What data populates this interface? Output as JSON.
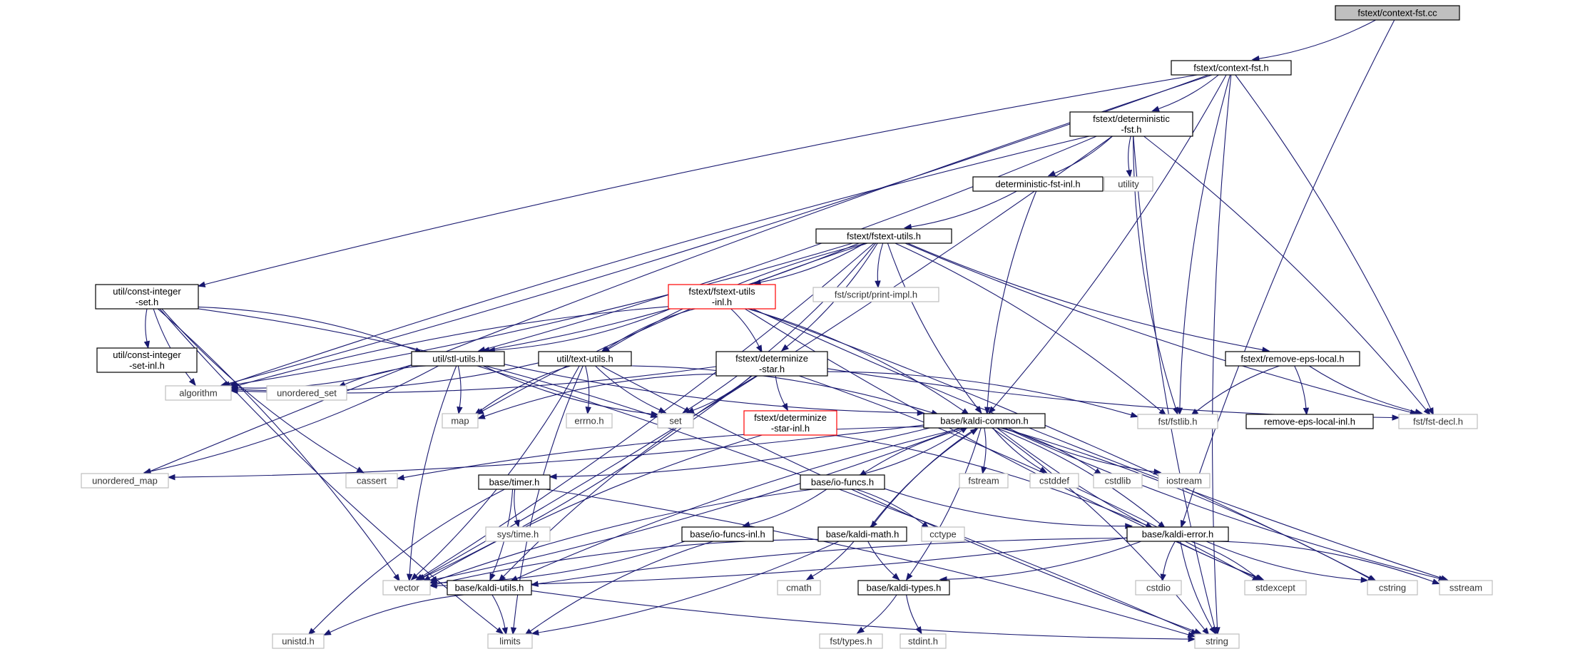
{
  "graph": {
    "title": "fstext/context-fst.cc include dependency graph",
    "colors": {
      "edge": "#191970",
      "root_fill": "#bfbfbf",
      "root_border": "#000000",
      "normal_border": "#000000",
      "truncated_border": "#ff0000",
      "external_border": "#bfbfbf",
      "fill": "#ffffff"
    },
    "nodes": [
      {
        "id": "n0",
        "lines": [
          "fstext/context-fst.cc"
        ],
        "kind": "root"
      },
      {
        "id": "n1",
        "lines": [
          "fstext/context-fst.h"
        ],
        "kind": "normal"
      },
      {
        "id": "n2",
        "lines": [
          "fstext/deterministic",
          "-fst.h"
        ],
        "kind": "normal"
      },
      {
        "id": "n3",
        "lines": [
          "deterministic-fst-inl.h"
        ],
        "kind": "normal"
      },
      {
        "id": "n4",
        "lines": [
          "utility"
        ],
        "kind": "external"
      },
      {
        "id": "n5",
        "lines": [
          "fstext/fstext-utils.h"
        ],
        "kind": "normal"
      },
      {
        "id": "n6",
        "lines": [
          "util/const-integer",
          "-set.h"
        ],
        "kind": "normal"
      },
      {
        "id": "n7",
        "lines": [
          "fstext/fstext-utils",
          "-inl.h"
        ],
        "kind": "truncated"
      },
      {
        "id": "n8",
        "lines": [
          "fst/script/print-impl.h"
        ],
        "kind": "external"
      },
      {
        "id": "n9",
        "lines": [
          "util/const-integer",
          "-set-inl.h"
        ],
        "kind": "normal"
      },
      {
        "id": "n10",
        "lines": [
          "util/stl-utils.h"
        ],
        "kind": "normal"
      },
      {
        "id": "n11",
        "lines": [
          "util/text-utils.h"
        ],
        "kind": "normal"
      },
      {
        "id": "n12",
        "lines": [
          "fstext/determinize",
          "-star.h"
        ],
        "kind": "normal"
      },
      {
        "id": "n13",
        "lines": [
          "fstext/remove-eps-local.h"
        ],
        "kind": "normal"
      },
      {
        "id": "n14",
        "lines": [
          "algorithm"
        ],
        "kind": "external"
      },
      {
        "id": "n15",
        "lines": [
          "unordered_set"
        ],
        "kind": "external"
      },
      {
        "id": "n16",
        "lines": [
          "map"
        ],
        "kind": "external"
      },
      {
        "id": "n17",
        "lines": [
          "errno.h"
        ],
        "kind": "external"
      },
      {
        "id": "n18",
        "lines": [
          "set"
        ],
        "kind": "external"
      },
      {
        "id": "n19",
        "lines": [
          "fstext/determinize",
          "-star-inl.h"
        ],
        "kind": "truncated"
      },
      {
        "id": "n20",
        "lines": [
          "base/kaldi-common.h"
        ],
        "kind": "normal"
      },
      {
        "id": "n21",
        "lines": [
          "fst/fstlib.h"
        ],
        "kind": "external"
      },
      {
        "id": "n22",
        "lines": [
          "remove-eps-local-inl.h"
        ],
        "kind": "normal"
      },
      {
        "id": "n23",
        "lines": [
          "fst/fst-decl.h"
        ],
        "kind": "external"
      },
      {
        "id": "n24",
        "lines": [
          "unordered_map"
        ],
        "kind": "external"
      },
      {
        "id": "n25",
        "lines": [
          "cassert"
        ],
        "kind": "external"
      },
      {
        "id": "n26",
        "lines": [
          "base/timer.h"
        ],
        "kind": "normal"
      },
      {
        "id": "n27",
        "lines": [
          "base/io-funcs.h"
        ],
        "kind": "normal"
      },
      {
        "id": "n28",
        "lines": [
          "fstream"
        ],
        "kind": "external"
      },
      {
        "id": "n29",
        "lines": [
          "cstddef"
        ],
        "kind": "external"
      },
      {
        "id": "n30",
        "lines": [
          "cstdlib"
        ],
        "kind": "external"
      },
      {
        "id": "n31",
        "lines": [
          "iostream"
        ],
        "kind": "external"
      },
      {
        "id": "n32",
        "lines": [
          "sys/time.h"
        ],
        "kind": "external"
      },
      {
        "id": "n33",
        "lines": [
          "cctype"
        ],
        "kind": "external"
      },
      {
        "id": "n34",
        "lines": [
          "base/kaldi-error.h"
        ],
        "kind": "normal"
      },
      {
        "id": "n35",
        "lines": [
          "base/io-funcs-inl.h"
        ],
        "kind": "normal"
      },
      {
        "id": "n36",
        "lines": [
          "base/kaldi-math.h"
        ],
        "kind": "normal"
      },
      {
        "id": "n37",
        "lines": [
          "vector"
        ],
        "kind": "external"
      },
      {
        "id": "n38",
        "lines": [
          "base/kaldi-utils.h"
        ],
        "kind": "normal"
      },
      {
        "id": "n39",
        "lines": [
          "cmath"
        ],
        "kind": "external"
      },
      {
        "id": "n40",
        "lines": [
          "base/kaldi-types.h"
        ],
        "kind": "normal"
      },
      {
        "id": "n41",
        "lines": [
          "cstdio"
        ],
        "kind": "external"
      },
      {
        "id": "n42",
        "lines": [
          "stdexcept"
        ],
        "kind": "external"
      },
      {
        "id": "n43",
        "lines": [
          "cstring"
        ],
        "kind": "external"
      },
      {
        "id": "n44",
        "lines": [
          "sstream"
        ],
        "kind": "external"
      },
      {
        "id": "n45",
        "lines": [
          "unistd.h"
        ],
        "kind": "external"
      },
      {
        "id": "n46",
        "lines": [
          "limits"
        ],
        "kind": "external"
      },
      {
        "id": "n47",
        "lines": [
          "fst/types.h"
        ],
        "kind": "external"
      },
      {
        "id": "n48",
        "lines": [
          "stdint.h"
        ],
        "kind": "external"
      },
      {
        "id": "n49",
        "lines": [
          "string"
        ],
        "kind": "external"
      }
    ],
    "edges": [
      [
        "n0",
        "n1"
      ],
      [
        "n0",
        "n34"
      ],
      [
        "n1",
        "n2"
      ],
      [
        "n1",
        "n6"
      ],
      [
        "n1",
        "n14"
      ],
      [
        "n1",
        "n24"
      ],
      [
        "n1",
        "n20"
      ],
      [
        "n1",
        "n21"
      ],
      [
        "n1",
        "n23"
      ],
      [
        "n1",
        "n49"
      ],
      [
        "n2",
        "n3"
      ],
      [
        "n2",
        "n4"
      ],
      [
        "n2",
        "n10"
      ],
      [
        "n2",
        "n14"
      ],
      [
        "n2",
        "n37"
      ],
      [
        "n2",
        "n21"
      ],
      [
        "n2",
        "n23"
      ],
      [
        "n2",
        "n49"
      ],
      [
        "n3",
        "n5"
      ],
      [
        "n3",
        "n20"
      ],
      [
        "n5",
        "n7"
      ],
      [
        "n5",
        "n8"
      ],
      [
        "n5",
        "n10"
      ],
      [
        "n5",
        "n11"
      ],
      [
        "n5",
        "n12"
      ],
      [
        "n5",
        "n13"
      ],
      [
        "n5",
        "n14"
      ],
      [
        "n5",
        "n16"
      ],
      [
        "n5",
        "n18"
      ],
      [
        "n5",
        "n20"
      ],
      [
        "n5",
        "n21"
      ],
      [
        "n5",
        "n23"
      ],
      [
        "n5",
        "n37"
      ],
      [
        "n6",
        "n9"
      ],
      [
        "n6",
        "n10"
      ],
      [
        "n6",
        "n14"
      ],
      [
        "n6",
        "n18"
      ],
      [
        "n6",
        "n25"
      ],
      [
        "n6",
        "n37"
      ],
      [
        "n6",
        "n46"
      ],
      [
        "n7",
        "n10"
      ],
      [
        "n7",
        "n11"
      ],
      [
        "n7",
        "n12"
      ],
      [
        "n7",
        "n14"
      ],
      [
        "n7",
        "n20"
      ],
      [
        "n7",
        "n42"
      ],
      [
        "n7",
        "n43"
      ],
      [
        "n7",
        "n44"
      ],
      [
        "n10",
        "n14"
      ],
      [
        "n10",
        "n15"
      ],
      [
        "n10",
        "n16"
      ],
      [
        "n10",
        "n18"
      ],
      [
        "n10",
        "n24"
      ],
      [
        "n10",
        "n37"
      ],
      [
        "n10",
        "n49"
      ],
      [
        "n10",
        "n20"
      ],
      [
        "n11",
        "n14"
      ],
      [
        "n11",
        "n16"
      ],
      [
        "n11",
        "n17"
      ],
      [
        "n11",
        "n18"
      ],
      [
        "n11",
        "n37"
      ],
      [
        "n11",
        "n46"
      ],
      [
        "n11",
        "n20"
      ],
      [
        "n11",
        "n49"
      ],
      [
        "n12",
        "n14"
      ],
      [
        "n12",
        "n16"
      ],
      [
        "n12",
        "n18"
      ],
      [
        "n12",
        "n19"
      ],
      [
        "n12",
        "n21"
      ],
      [
        "n12",
        "n23"
      ],
      [
        "n12",
        "n37"
      ],
      [
        "n12",
        "n38"
      ],
      [
        "n12",
        "n42"
      ],
      [
        "n13",
        "n21"
      ],
      [
        "n13",
        "n22"
      ],
      [
        "n13",
        "n23"
      ],
      [
        "n19",
        "n34"
      ],
      [
        "n19",
        "n37"
      ],
      [
        "n20",
        "n24"
      ],
      [
        "n20",
        "n25"
      ],
      [
        "n20",
        "n26"
      ],
      [
        "n20",
        "n27"
      ],
      [
        "n20",
        "n28"
      ],
      [
        "n20",
        "n29"
      ],
      [
        "n20",
        "n30"
      ],
      [
        "n20",
        "n31"
      ],
      [
        "n20",
        "n34"
      ],
      [
        "n20",
        "n36"
      ],
      [
        "n20",
        "n37"
      ],
      [
        "n20",
        "n38"
      ],
      [
        "n20",
        "n40"
      ],
      [
        "n20",
        "n42"
      ],
      [
        "n20",
        "n43"
      ],
      [
        "n20",
        "n44"
      ],
      [
        "n20",
        "n49"
      ],
      [
        "n26",
        "n32"
      ],
      [
        "n26",
        "n38"
      ],
      [
        "n26",
        "n45"
      ],
      [
        "n26",
        "n49"
      ],
      [
        "n27",
        "n20"
      ],
      [
        "n27",
        "n33"
      ],
      [
        "n27",
        "n34"
      ],
      [
        "n27",
        "n35"
      ],
      [
        "n27",
        "n37"
      ],
      [
        "n34",
        "n37"
      ],
      [
        "n34",
        "n38"
      ],
      [
        "n34",
        "n40"
      ],
      [
        "n34",
        "n41"
      ],
      [
        "n34",
        "n42"
      ],
      [
        "n34",
        "n43"
      ],
      [
        "n34",
        "n44"
      ],
      [
        "n34",
        "n49"
      ],
      [
        "n35",
        "n37"
      ],
      [
        "n35",
        "n46"
      ],
      [
        "n36",
        "n20"
      ],
      [
        "n36",
        "n37"
      ],
      [
        "n36",
        "n39"
      ],
      [
        "n36",
        "n40"
      ],
      [
        "n36",
        "n46"
      ],
      [
        "n38",
        "n45"
      ],
      [
        "n38",
        "n46"
      ],
      [
        "n38",
        "n49"
      ],
      [
        "n40",
        "n47"
      ],
      [
        "n40",
        "n48"
      ]
    ]
  }
}
